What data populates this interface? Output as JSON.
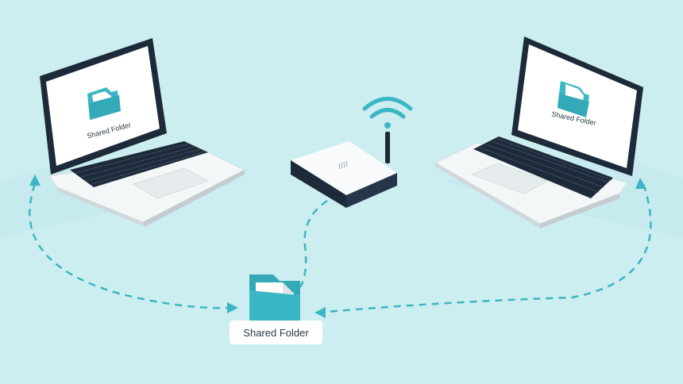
{
  "left_laptop": {
    "screen_label": "Shared Folder"
  },
  "right_laptop": {
    "screen_label": "Shared Folder"
  },
  "shared_folder": {
    "label": "Shared Folder"
  },
  "colors": {
    "background": "#cdeef0",
    "accent": "#3bb6c4",
    "dark": "#1d2a3a",
    "laptop_body": "#f4f7f8",
    "screen_bg": "#ffffff"
  },
  "icons": [
    "laptop-icon",
    "folder-icon",
    "router-icon",
    "wifi-icon"
  ]
}
